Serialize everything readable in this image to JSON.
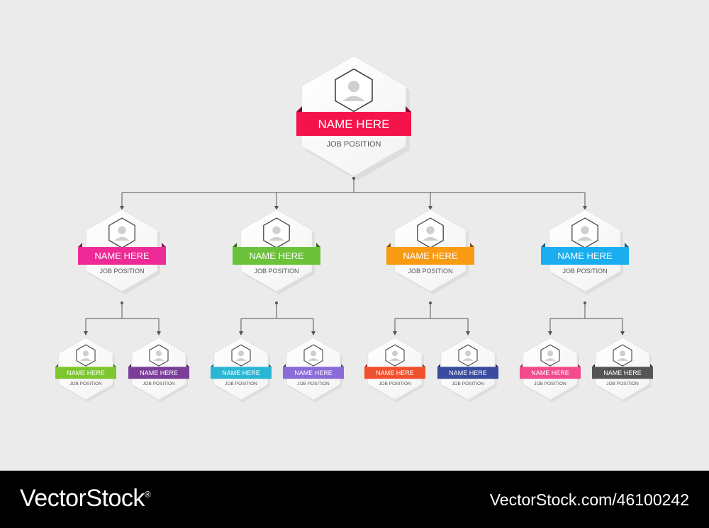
{
  "top": {
    "name": "NAME HERE",
    "position": "JOB POSITION",
    "color": "#f4134a"
  },
  "managers": [
    {
      "name": "NAME HERE",
      "position": "JOB POSITION",
      "color": "#ee2a96",
      "reports": [
        {
          "name": "NAME HERE",
          "position": "JOB POSITION",
          "color": "#7cc630"
        },
        {
          "name": "NAME HERE",
          "position": "JOB POSITION",
          "color": "#7b3e98"
        }
      ]
    },
    {
      "name": "NAME HERE",
      "position": "JOB POSITION",
      "color": "#6cc13a",
      "reports": [
        {
          "name": "NAME HERE",
          "position": "JOB POSITION",
          "color": "#2bb7d4"
        },
        {
          "name": "NAME HERE",
          "position": "JOB POSITION",
          "color": "#8a6bd8"
        }
      ]
    },
    {
      "name": "NAME HERE",
      "position": "JOB POSITION",
      "color": "#f89a12",
      "reports": [
        {
          "name": "NAME HERE",
          "position": "JOB POSITION",
          "color": "#f0502e"
        },
        {
          "name": "NAME HERE",
          "position": "JOB POSITION",
          "color": "#3a4c9e"
        }
      ]
    },
    {
      "name": "NAME HERE",
      "position": "JOB POSITION",
      "color": "#1aaef0",
      "reports": [
        {
          "name": "NAME HERE",
          "position": "JOB POSITION",
          "color": "#f24b8e"
        },
        {
          "name": "NAME HERE",
          "position": "JOB POSITION",
          "color": "#555555"
        }
      ]
    }
  ],
  "footer": {
    "brand": "VectorStock",
    "brand_mark": "®",
    "image_ref": "VectorStock.com/46100242"
  },
  "icons": {
    "avatar": "user-avatar-icon",
    "connector_arrow": "arrow-down-icon"
  }
}
